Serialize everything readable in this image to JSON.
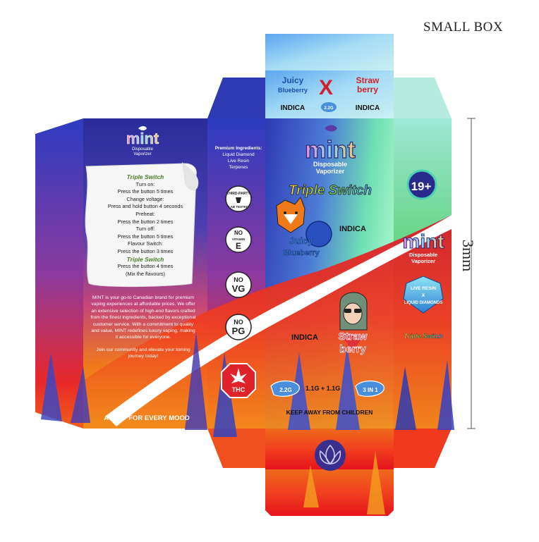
{
  "header": {
    "title": "SMALL BOX",
    "dimension": "3mm"
  },
  "brand": {
    "name": "mint",
    "subtitle": "Disposable\nVaporizer"
  },
  "flavors": {
    "left": {
      "line1": "Juicy",
      "line2": "Blueberry",
      "strain": "INDICA"
    },
    "right": {
      "line1": "Straw",
      "line2": "berry",
      "strain": "INDICA"
    },
    "product_name": "Triple Switch",
    "total": "2.2G",
    "dose": "1.1G + 1.1G",
    "combo": "3 IN 1"
  },
  "instructions": {
    "title": "Triple Switch",
    "lines": [
      "Turn on:",
      "Press the button 5 times",
      "Change voltage:",
      "Press and hold button 4 seconds",
      "Preheat:",
      "Press the button 2 times",
      "Turn off:",
      "Press the button 5 times",
      "Flavour Switch:",
      "Press the button 3 times"
    ],
    "title2": "Triple Switch",
    "lines2": [
      "Press the button 4 times",
      "(Mix the flavours)"
    ]
  },
  "about": {
    "p1": "MINT is your go-to Canadian brand for premium vaping experiences at affordable prices. We offer an extensive selection of high-end flavors crafted from the finest ingredients, backed by exceptional customer service. With a commitment to quality and value, MINT redefines luxury vaping, making it accessible for everyone.",
    "p2": "Join our community and elevate your toming journey today!"
  },
  "tagline": "A MINT FOR EVERY MOOD",
  "ingredients": {
    "heading": "Premium Ingredients:",
    "items": [
      "Liquid Diamond",
      "Live Resin",
      "Terpenes"
    ]
  },
  "badges": {
    "third_party": "THIRD-PARTY\nLAB TESTED",
    "no_vitamin_e": {
      "top": "NO",
      "mid": "VITAMIN",
      "bottom": "E"
    },
    "no_vg": {
      "top": "NO",
      "bottom": "VG"
    },
    "no_pg": {
      "top": "NO",
      "bottom": "PG"
    },
    "thc": "THC",
    "age": "19+",
    "resin": {
      "line1": "LIVE RESIN",
      "line2": "X",
      "line3": "LIQUID DIAMONDS"
    }
  },
  "warning": "KEEP AWAY FROM CHILDREN",
  "colors": {
    "blue": "#3b3fb0",
    "red": "#e8182a",
    "orange": "#f07a1a",
    "mint": "#7fe8c2",
    "navy": "#2a2a8c",
    "green": "#3fb45a"
  }
}
